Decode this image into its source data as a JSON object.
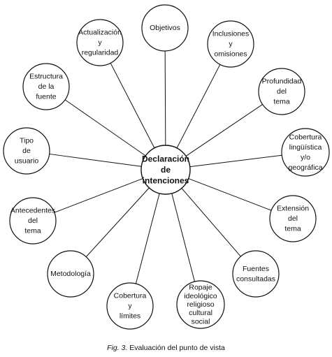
{
  "diagram": {
    "center": {
      "lines": [
        "Declaración",
        "de",
        "intenciones"
      ]
    },
    "nodes": [
      {
        "id": "objetivos",
        "lines": [
          "Objetivos"
        ]
      },
      {
        "id": "inclusiones-y-omisiones",
        "lines": [
          "Inclusiones",
          "y",
          "omisiones"
        ]
      },
      {
        "id": "profundidad-del-tema",
        "lines": [
          "Profundidad",
          "del",
          "tema"
        ]
      },
      {
        "id": "cobertura-linguistica",
        "lines": [
          "Cobertura",
          "lingüística",
          "y/o",
          "geográfica"
        ]
      },
      {
        "id": "extension-del-tema",
        "lines": [
          "Extensión",
          "del",
          "tema"
        ]
      },
      {
        "id": "fuentes-consultadas",
        "lines": [
          "Fuentes",
          "consultadas"
        ]
      },
      {
        "id": "ropaje-ideologico",
        "lines": [
          "Ropaje",
          "ideológico",
          "religioso",
          "cultural",
          "social"
        ]
      },
      {
        "id": "cobertura-y-limites",
        "lines": [
          "Cobertura",
          "y",
          "límites"
        ]
      },
      {
        "id": "metodologia",
        "lines": [
          "Metodología"
        ]
      },
      {
        "id": "antecedentes-del-tema",
        "lines": [
          "Antecedentes",
          "del",
          "tema"
        ]
      },
      {
        "id": "tipo-de-usuario",
        "lines": [
          "Tipo",
          "de",
          "usuario"
        ]
      },
      {
        "id": "estructura-de-la-fuente",
        "lines": [
          "Estructura",
          "de la",
          "fuente"
        ]
      },
      {
        "id": "actualizacion-y-regularidad",
        "lines": [
          "Actualización",
          "y",
          "regularidad"
        ]
      }
    ]
  },
  "caption": {
    "fig": "Fig. 3.",
    "text": " Evaluación del punto de vista"
  }
}
